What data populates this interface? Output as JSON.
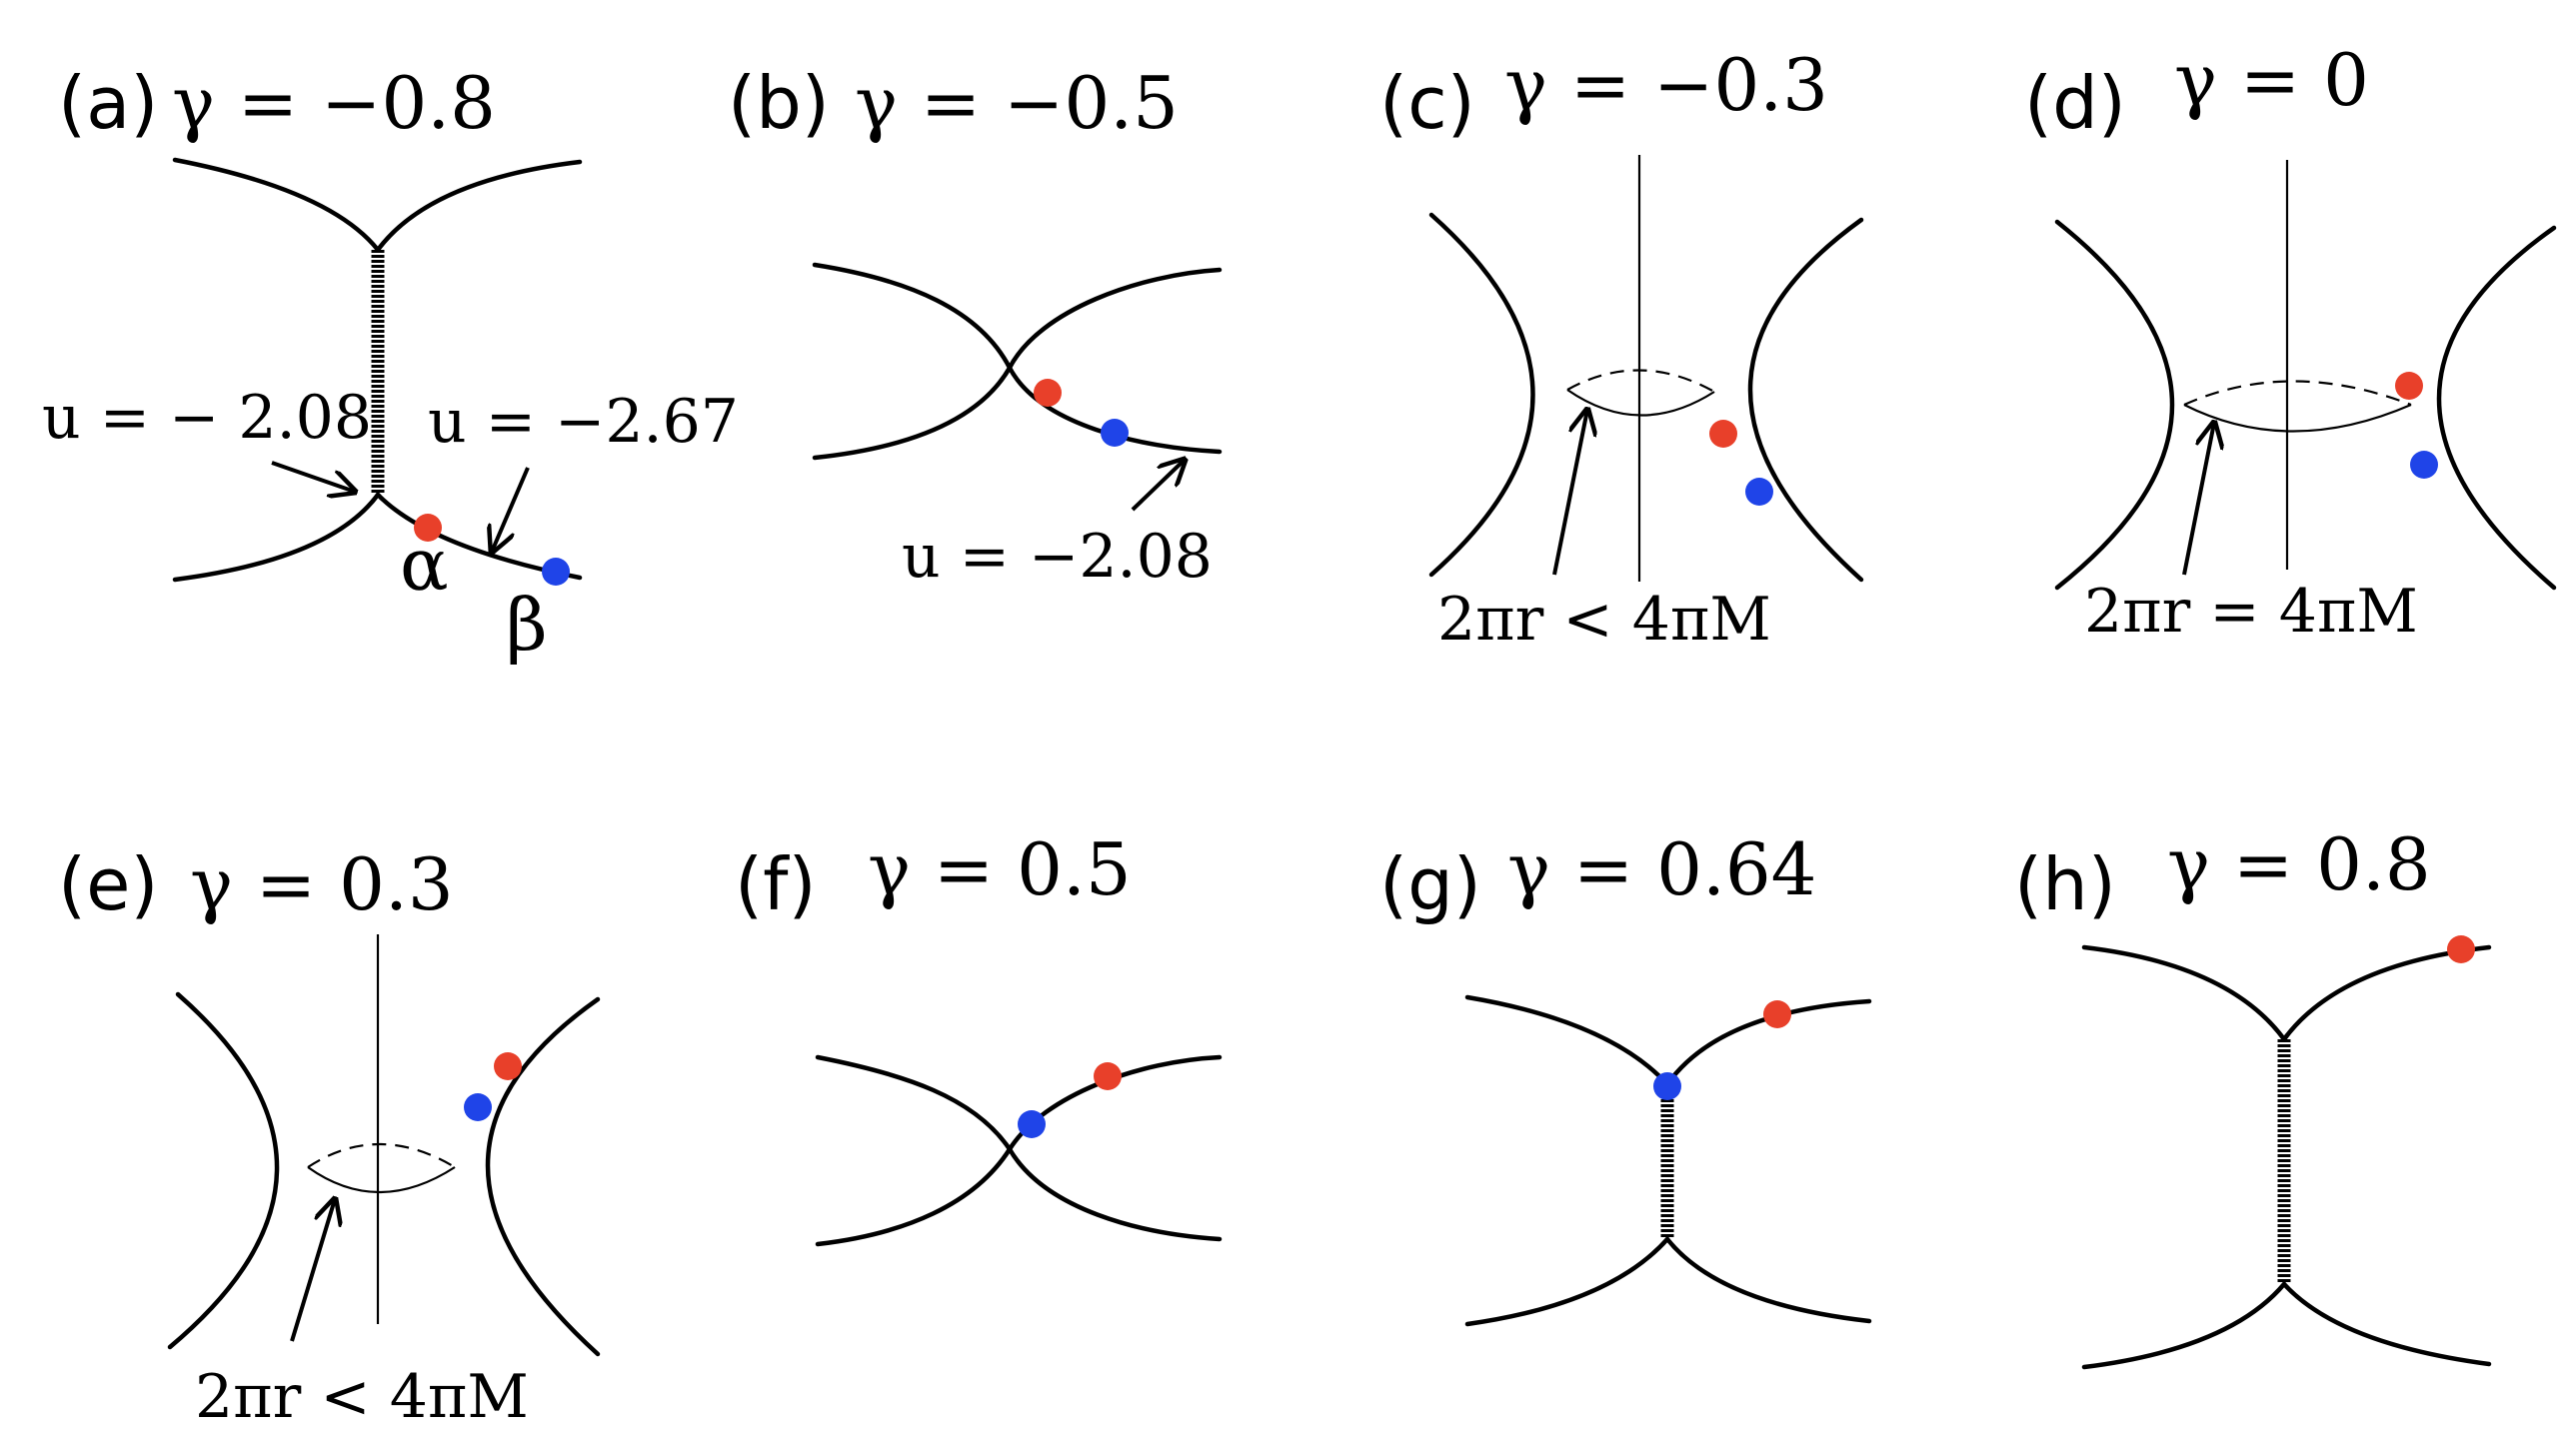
{
  "colors": {
    "alpha_point": "#e8402a",
    "beta_point": "#1f44e8",
    "line": "#000000"
  },
  "panels": [
    {
      "id": "a",
      "letter": "(a)",
      "gamma": "γ = −0.8"
    },
    {
      "id": "b",
      "letter": "(b)",
      "gamma": "γ = −0.5"
    },
    {
      "id": "c",
      "letter": "(c)",
      "gamma": "γ = −0.3"
    },
    {
      "id": "d",
      "letter": "(d)",
      "gamma": "γ = 0"
    },
    {
      "id": "e",
      "letter": "(e)",
      "gamma": "γ = 0.3"
    },
    {
      "id": "f",
      "letter": "(f)",
      "gamma": "γ = 0.5"
    },
    {
      "id": "g",
      "letter": "(g)",
      "gamma": "γ = 0.64"
    },
    {
      "id": "h",
      "letter": "(h)",
      "gamma": "γ = 0.8"
    }
  ],
  "annotations": {
    "a_u_left": "u = − 2.08",
    "a_u_right": "u = −2.67",
    "a_alpha": "α",
    "a_beta": "β",
    "b_u": "u = −2.08",
    "c_circumference": "2πr < 4πM",
    "d_circumference": "2πr = 4πM",
    "e_circumference": "2πr < 4πM"
  }
}
